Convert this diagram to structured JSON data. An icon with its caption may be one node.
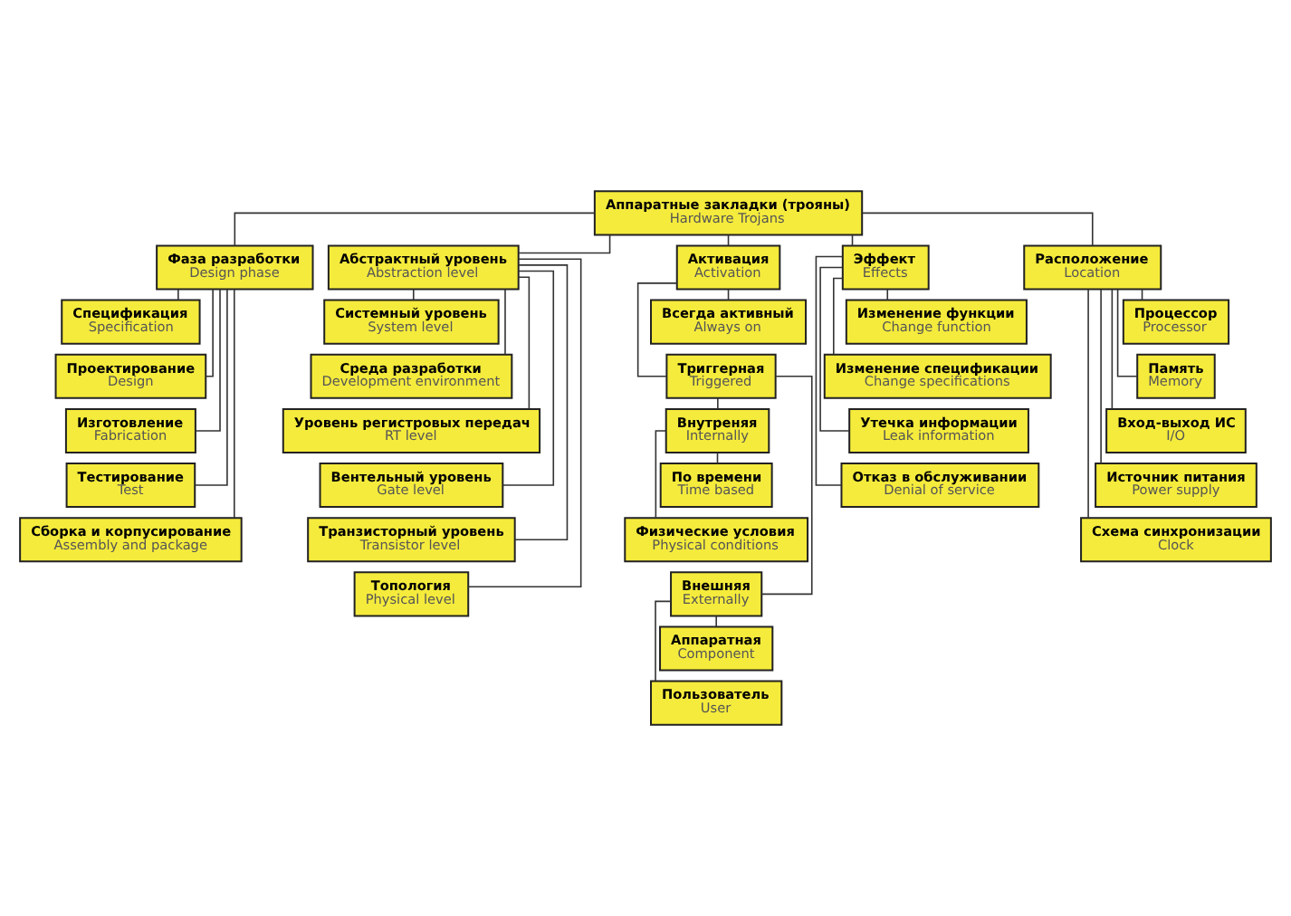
{
  "diagram": {
    "nodes": [
      {
        "text": [
          "Аппаратные закладки (трояны)",
          "Hardware Trojans"
        ]
      },
      {
        "text": [
          "Фаза разработки",
          "Design phase"
        ]
      },
      {
        "text": [
          "Спецификация",
          "Specification"
        ]
      },
      {
        "text": [
          "Проектирование",
          "Design"
        ]
      },
      {
        "text": [
          "Изготовление",
          "Fabrication"
        ]
      },
      {
        "text": [
          "Тестирование",
          "Test"
        ]
      },
      {
        "text": [
          "Сборка и корпусирование",
          "Assembly and package"
        ]
      },
      {
        "text": [
          "Абстрактный уровень",
          "Abstraction level"
        ]
      },
      {
        "text": [
          "Системный уровень",
          "System level"
        ]
      },
      {
        "text": [
          "Среда разработки",
          "Development environment"
        ]
      },
      {
        "text": [
          "Уровень регистровых передач",
          "RT level"
        ]
      },
      {
        "text": [
          "Вентельный уровень",
          "Gate level"
        ]
      },
      {
        "text": [
          "Транзисторный уровень",
          "Transistor level"
        ]
      },
      {
        "text": [
          "Топология",
          "Physical level"
        ]
      },
      {
        "text": [
          "Активация",
          "Activation"
        ]
      },
      {
        "text": [
          "Всегда активный",
          "Always on"
        ]
      },
      {
        "text": [
          "Триггерная",
          "Triggered"
        ]
      },
      {
        "text": [
          "Внутреняя",
          "Internally"
        ]
      },
      {
        "text": [
          "По времени",
          "Time based"
        ]
      },
      {
        "text": [
          "Физические условия",
          "Physical conditions"
        ]
      },
      {
        "text": [
          "Внешняя",
          "Externally"
        ]
      },
      {
        "text": [
          "Аппаратная",
          "Component"
        ]
      },
      {
        "text": [
          "Пользователь",
          "User"
        ]
      },
      {
        "text": [
          "Эффект",
          "Effects"
        ]
      },
      {
        "text": [
          "Изменение функции",
          "Change function"
        ]
      },
      {
        "text": [
          "Изменение спецификации",
          "Change specifications"
        ]
      },
      {
        "text": [
          "Утечка информации",
          "Leak information"
        ]
      },
      {
        "text": [
          "Отказ в обслуживании",
          "Denial of service"
        ]
      },
      {
        "text": [
          "Расположение",
          "Location"
        ]
      },
      {
        "text": [
          "Процессор",
          "Processor"
        ]
      },
      {
        "text": [
          "Память",
          "Memory"
        ]
      },
      {
        "text": [
          "Вход-выход ИС",
          "I/O"
        ]
      },
      {
        "text": [
          "Источник питания",
          "Power supply"
        ]
      },
      {
        "text": [
          "Схема синхронизации",
          "Clock"
        ]
      }
    ],
    "edges": [
      {
        "from": 0,
        "to": 1,
        "arrow": "none"
      },
      {
        "from": 0,
        "to": 7,
        "arrow": "none"
      },
      {
        "from": 0,
        "to": 14,
        "arrow": "none"
      },
      {
        "from": 0,
        "to": 23,
        "arrow": "none"
      },
      {
        "from": 0,
        "to": 28,
        "arrow": "none"
      },
      {
        "from": 1,
        "to": 2,
        "arrow": "none"
      },
      {
        "from": 1,
        "to": 3,
        "arrow": "none"
      },
      {
        "from": 1,
        "to": 4,
        "arrow": "none"
      },
      {
        "from": 1,
        "to": 5,
        "arrow": "none"
      },
      {
        "from": 1,
        "to": 6,
        "arrow": "none"
      },
      {
        "from": 7,
        "to": 8,
        "arrow": "none"
      },
      {
        "from": 7,
        "to": 9,
        "arrow": "none"
      },
      {
        "from": 7,
        "to": 10,
        "arrow": "none"
      },
      {
        "from": 7,
        "to": 11,
        "arrow": "none"
      },
      {
        "from": 7,
        "to": 12,
        "arrow": "none"
      },
      {
        "from": 7,
        "to": 13,
        "arrow": "none"
      },
      {
        "from": 14,
        "to": 15,
        "arrow": "none"
      },
      {
        "from": 14,
        "to": 16,
        "arrow": "none"
      },
      {
        "from": 16,
        "to": 17,
        "arrow": "none"
      },
      {
        "from": 16,
        "to": 20,
        "arrow": "none"
      },
      {
        "from": 17,
        "to": 18,
        "arrow": "none"
      },
      {
        "from": 17,
        "to": 19,
        "arrow": "none"
      },
      {
        "from": 20,
        "to": 21,
        "arrow": "none"
      },
      {
        "from": 20,
        "to": 22,
        "arrow": "none"
      },
      {
        "from": 23,
        "to": 24,
        "arrow": "none"
      },
      {
        "from": 23,
        "to": 25,
        "arrow": "none"
      },
      {
        "from": 23,
        "to": 26,
        "arrow": "none"
      },
      {
        "from": 23,
        "to": 27,
        "arrow": "none"
      },
      {
        "from": 28,
        "to": 29,
        "arrow": "none"
      },
      {
        "from": 28,
        "to": 30,
        "arrow": "none"
      },
      {
        "from": 28,
        "to": 31,
        "arrow": "none"
      },
      {
        "from": 28,
        "to": 32,
        "arrow": "none"
      },
      {
        "from": 28,
        "to": 33,
        "arrow": "none"
      }
    ]
  }
}
